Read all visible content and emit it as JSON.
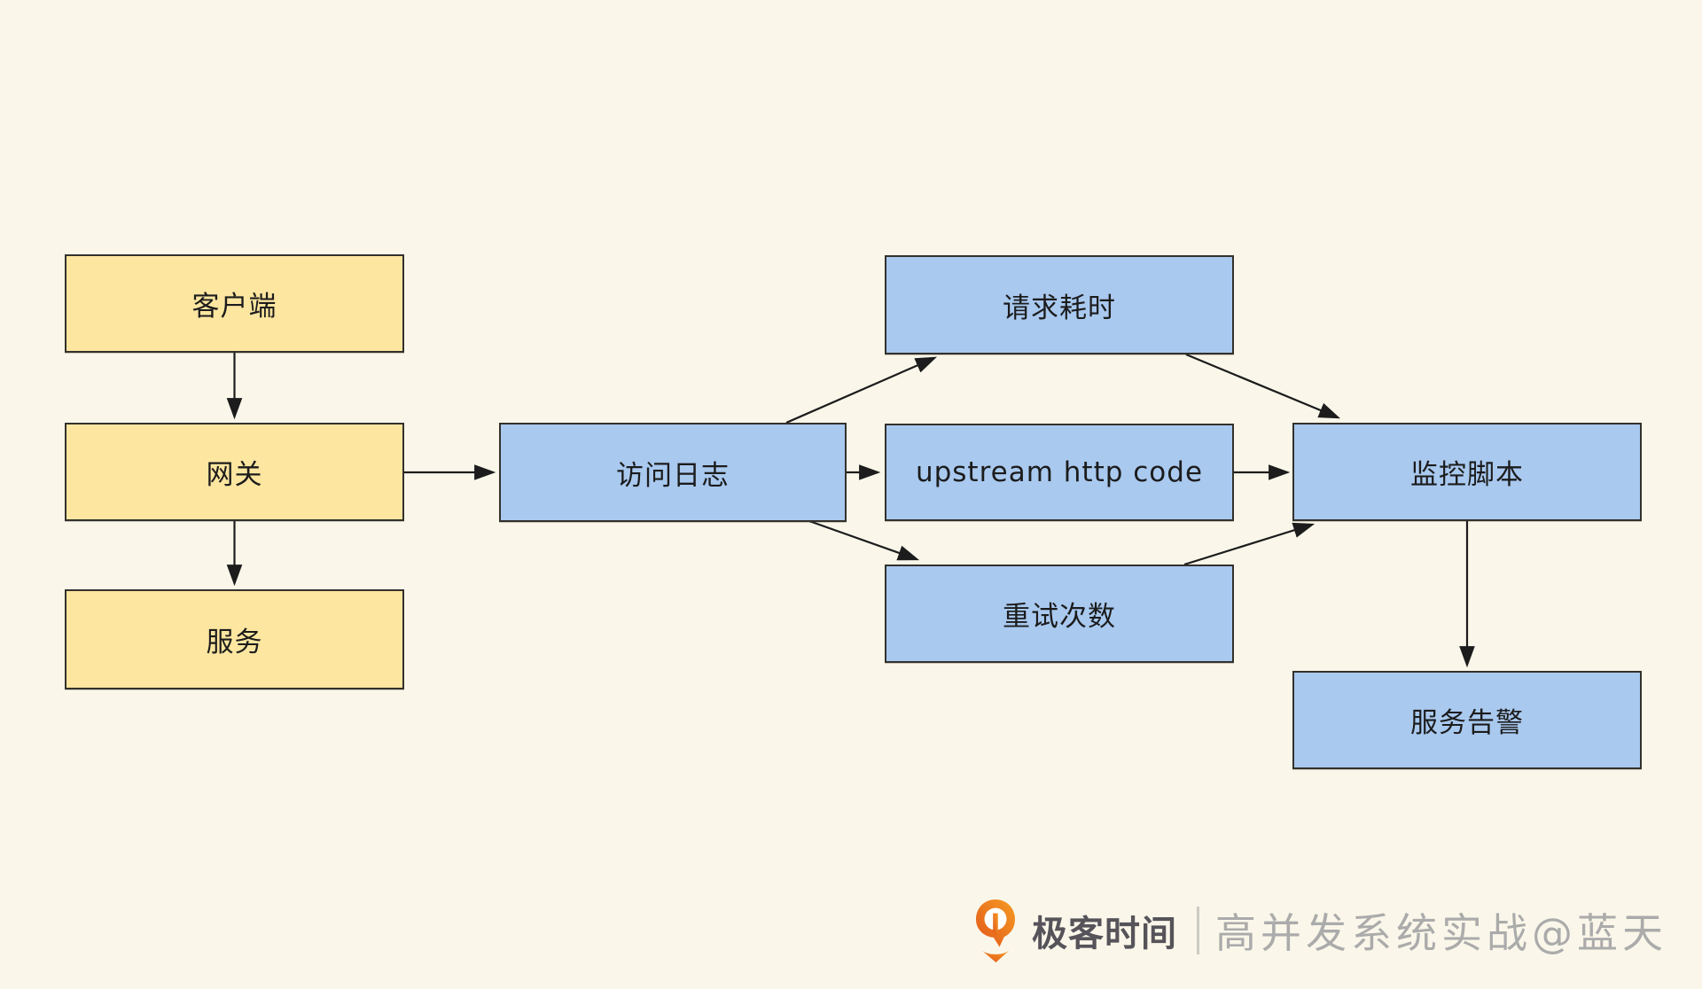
{
  "page": {
    "background": "#FAF7EA"
  },
  "diagram": {
    "nodes": [
      {
        "id": "client",
        "label": "客户端",
        "type": "yellow"
      },
      {
        "id": "gateway",
        "label": "网关",
        "type": "yellow"
      },
      {
        "id": "service",
        "label": "服务",
        "type": "yellow"
      },
      {
        "id": "access-log",
        "label": "访问日志",
        "type": "blue"
      },
      {
        "id": "request-time",
        "label": "请求耗时",
        "type": "blue"
      },
      {
        "id": "upstream-http-code",
        "label": "upstream http code",
        "type": "blue"
      },
      {
        "id": "retry-count",
        "label": "重试次数",
        "type": "blue"
      },
      {
        "id": "monitor-script",
        "label": "监控脚本",
        "type": "blue"
      },
      {
        "id": "service-alert",
        "label": "服务告警",
        "type": "blue"
      }
    ],
    "edges": [
      {
        "from": "client",
        "to": "gateway"
      },
      {
        "from": "gateway",
        "to": "service"
      },
      {
        "from": "gateway",
        "to": "access-log"
      },
      {
        "from": "access-log",
        "to": "request-time"
      },
      {
        "from": "access-log",
        "to": "upstream-http-code"
      },
      {
        "from": "access-log",
        "to": "retry-count"
      },
      {
        "from": "request-time",
        "to": "monitor-script"
      },
      {
        "from": "upstream-http-code",
        "to": "monitor-script"
      },
      {
        "from": "retry-count",
        "to": "monitor-script"
      },
      {
        "from": "monitor-script",
        "to": "service-alert"
      }
    ],
    "colors": {
      "background": "#FAF7EA",
      "yellow_fill": "#FCE6A0",
      "blue_fill": "#A9C9EF",
      "box_border": "#33312C",
      "arrow": "#1C1C1C",
      "node_text": "#1C1C1C"
    }
  },
  "footer": {
    "brand": "极客时间",
    "caption": "高并发系统实战@蓝天",
    "colors": {
      "brand_text": "#56545A",
      "caption_text": "#ABABAB",
      "divider": "#CCCAC4",
      "logo_orange": "#ED6A1C"
    }
  }
}
